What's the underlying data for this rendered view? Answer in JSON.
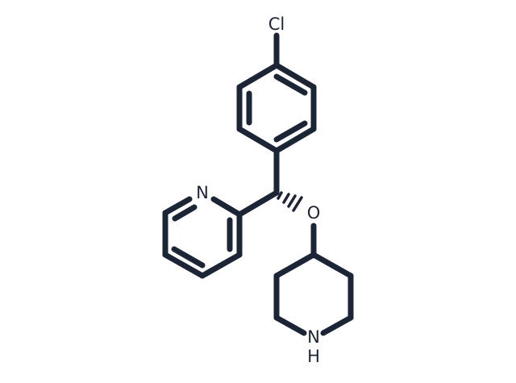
{
  "molecule": {
    "atom_labels": {
      "chlorine": "Cl",
      "pyridine_nitrogen": "N",
      "ether_oxygen": "O",
      "piperidine_nitrogen": "N",
      "piperidine_hydrogen": "H"
    },
    "colors": {
      "bond": "#1c2536",
      "label": "#1c2536",
      "background": "#ffffff"
    }
  }
}
